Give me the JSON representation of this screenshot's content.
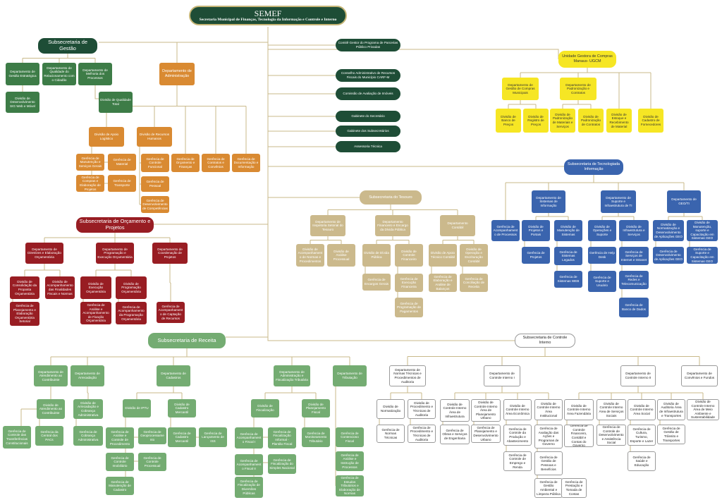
{
  "root": {
    "title": "SEMEF",
    "subtitle": "Secretaria Municipal de Finanças, Tecnologia da Informação e Controle e Interno"
  },
  "nodes": [
    {
      "id": "g",
      "t": "Subsecretaria de Gestão"
    },
    {
      "id": "g1",
      "t": "Departamento de Gestão Estratégica"
    },
    {
      "id": "g2",
      "t": "Departamento de Qualidade do Relacionamento com o Cidadão"
    },
    {
      "id": "g3",
      "t": "Departamento de Melhoria dos Processos"
    },
    {
      "id": "g1a",
      "t": "Divisão de Desenvolvimento SIG Web e Móvel"
    },
    {
      "id": "g3a",
      "t": "Divisão de Qualidade Total"
    },
    {
      "id": "ad",
      "t": "Departamento de Administração"
    },
    {
      "id": "ad1",
      "t": "Divisão de Apoio Logístico"
    },
    {
      "id": "ad2",
      "t": "Divisão de Recursos Humanos"
    },
    {
      "id": "ad1a",
      "t": "Gerência de Manutenção e Serviços Gerais"
    },
    {
      "id": "ad1b",
      "t": "Gerência de Material"
    },
    {
      "id": "ad1c",
      "t": "Gerência de Compras e Elaboração de Projetos"
    },
    {
      "id": "ad1d",
      "t": "Gerência de Transporte"
    },
    {
      "id": "ad2a",
      "t": "Gerência de Controle Funcional"
    },
    {
      "id": "ad2b",
      "t": "Gerência de Pessoal"
    },
    {
      "id": "ad2c",
      "t": "Gerência de Desenvolvimento de Competências"
    },
    {
      "id": "ad3",
      "t": "Gerência de Orçamento e Finanças"
    },
    {
      "id": "ad4",
      "t": "Gerência de Contratos e Convênios"
    },
    {
      "id": "ad5",
      "t": "Gerência de Documentação e Informação"
    },
    {
      "id": "c1",
      "t": "Comitê Gestor do Programa de Parcerias Público Privadas"
    },
    {
      "id": "c2",
      "t": "Conselho Administrativo de Recursos Fiscais do Município CARF-M"
    },
    {
      "id": "c3",
      "t": "Comissão de Avaliação de Imóveis"
    },
    {
      "id": "c4",
      "t": "Gabinete do Secretário"
    },
    {
      "id": "c5",
      "t": "Gabinete dos Subsecretários"
    },
    {
      "id": "c6",
      "t": "Assessoria Técnica"
    },
    {
      "id": "ug",
      "t": "Unidade Gestora de Compras Manaus- UGCM"
    },
    {
      "id": "ug1",
      "t": "Departamento de Gestão de Compras Municipais"
    },
    {
      "id": "ug2",
      "t": "Departamento de Padronização e Contratos"
    },
    {
      "id": "ug1a",
      "t": "Divisão de Banco de Preços"
    },
    {
      "id": "ug1b",
      "t": "Divisão de Registro de Preços"
    },
    {
      "id": "ug2a",
      "t": "Divisão de Padronização de Materiais e Serviços"
    },
    {
      "id": "ug2b",
      "t": "Divisão de Padronização de Contratos"
    },
    {
      "id": "ug3",
      "t": "Divisão de Estoque e Recebimento de Material"
    },
    {
      "id": "ug4",
      "t": "Divisão de Cadastro de Fornecedores"
    },
    {
      "id": "ti",
      "t": "Subsecretaria de Tecnologiada Informação"
    },
    {
      "id": "ti0",
      "t": "Gerência de Acompanhamento de Processos"
    },
    {
      "id": "ti1",
      "t": "Departamento de Sistemas de Informação"
    },
    {
      "id": "ti1a",
      "t": "Divisão de Projetos e Portais"
    },
    {
      "id": "ti1a1",
      "t": "Gerência de Projetos"
    },
    {
      "id": "ti1b",
      "t": "Divisão de Manutenção de Sistemas"
    },
    {
      "id": "ti1b1",
      "t": "Gerência de Sistemas Legados"
    },
    {
      "id": "ti1b2",
      "t": "Gerência de Sistemas WEB"
    },
    {
      "id": "ti2",
      "t": "Departamento de Suporte e Infraestrutura de TI"
    },
    {
      "id": "ti2a",
      "t": "Divisão de Operações e Suporte"
    },
    {
      "id": "ti2a1",
      "t": "Gerência de Help Desk"
    },
    {
      "id": "ti2a2",
      "t": "Gerência de Suporte e Usuário"
    },
    {
      "id": "ti2b",
      "t": "Divisão de Infraestrutura e Serviços"
    },
    {
      "id": "ti2b1",
      "t": "Gerência de Serviços de Internet e Intranet"
    },
    {
      "id": "ti2b2",
      "t": "Gerência de Redes e Telecomunicação"
    },
    {
      "id": "ti2b3",
      "t": "Gerência de Banco de Dados"
    },
    {
      "id": "ti3",
      "t": "Departamento de GEO/TI"
    },
    {
      "id": "ti3a",
      "t": "Divisão de Normatização e Desenvolvimento de Aplicações GEO"
    },
    {
      "id": "ti3a1",
      "t": "Gerência de Desenvolvimento de Aplicações GEO"
    },
    {
      "id": "ti3b",
      "t": "Divisão de Manutenção, suporte e Capacitação em Sistemas GEO"
    },
    {
      "id": "ti3b1",
      "t": "Gerência de Suporte e Capacitação em Sistemas GEO"
    },
    {
      "id": "te",
      "t": "Subsecretaria do Tesouro"
    },
    {
      "id": "te1",
      "t": "Departamento de Inspetoria Setorial do Tesouro"
    },
    {
      "id": "te1a",
      "t": "Divisão de Acompanhamento de Normas e Procedimentos"
    },
    {
      "id": "te1b",
      "t": "Divisão de Análise Processual"
    },
    {
      "id": "te2",
      "t": "Departamento Financeiro e Encargo da Dívida Pública"
    },
    {
      "id": "te2a",
      "t": "Divisão de Dívida Pública"
    },
    {
      "id": "te2a1",
      "t": "Gerência de Encargos Gerais"
    },
    {
      "id": "te2b",
      "t": "Divisão de Controle Financeiro"
    },
    {
      "id": "te2b1",
      "t": "Gerência de Execução Financeira"
    },
    {
      "id": "te2b2",
      "t": "Gerência de Programação de Pagamentos"
    },
    {
      "id": "te3",
      "t": "Departamento Contábil"
    },
    {
      "id": "te3a",
      "t": "Divisão de Apoio Técnico Contábil"
    },
    {
      "id": "te3a1",
      "t": "Gerência de Elaboração e Análise de Balanços"
    },
    {
      "id": "te3b",
      "t": "Divisão de Operação e Escrituração Contábil"
    },
    {
      "id": "te3b1",
      "t": "Gerência de Conciliação de Receita"
    },
    {
      "id": "op",
      "t": "Subsecretaria de Orçamento e Projetos"
    },
    {
      "id": "op1",
      "t": "Departamento de Diretrizes e Elaboração Orçamentária"
    },
    {
      "id": "op1a",
      "t": "Divisão de Consolidação da Proposta Orçamentária"
    },
    {
      "id": "op1a1",
      "t": "Gerência de Planejamento e Elaboração Orçamentária Setorial"
    },
    {
      "id": "op1b",
      "t": "Divisão de Acompanhamento das Finalidades Fiscais e Normas"
    },
    {
      "id": "op2",
      "t": "Departamento de Programação e Execução Orçamentária"
    },
    {
      "id": "op2a",
      "t": "Divisão de Execução Orçamentária"
    },
    {
      "id": "op2a1",
      "t": "Gerência de Análise e Acompanhamento de Fixação Orçamentária"
    },
    {
      "id": "op2b",
      "t": "Divisão de Programação Orçamentária"
    },
    {
      "id": "op2b1",
      "t": "Gerência de Acompanhamento da Programação Orçamentária"
    },
    {
      "id": "op3",
      "t": "Departamento de Coordenação de Projetos"
    },
    {
      "id": "op3a",
      "t": "Gerência de Acompanhamento de Captação de Recursos"
    },
    {
      "id": "re",
      "t": "Subsecretaria de Receita"
    },
    {
      "id": "re1",
      "t": "Departamento de Atendimento ao Contribuinte"
    },
    {
      "id": "re1a",
      "t": "Divisão de Atendimento ao Contribuinte"
    },
    {
      "id": "re1a1",
      "t": "Gerência de Controle das Transferências Constitucionais"
    },
    {
      "id": "re1a2",
      "t": "Gerência da Central dos PACs"
    },
    {
      "id": "re2",
      "t": "Departamento de Arrecadação"
    },
    {
      "id": "re2a",
      "t": "Divisão de Arrecadação e Cobrança Administrativa"
    },
    {
      "id": "re2a1",
      "t": "Gerência de Cobrança Administrativa"
    },
    {
      "id": "re3",
      "t": "Departamento de Cadastros"
    },
    {
      "id": "re3a",
      "t": "Divisão de IPTU"
    },
    {
      "id": "re3a1",
      "t": "Gerência de Análise e Controle de Procedimento"
    },
    {
      "id": "re3a2",
      "t": "Gerência de Geoprocessamento"
    },
    {
      "id": "re3a3",
      "t": "Gerência de Controle Imobiliário"
    },
    {
      "id": "re3a4",
      "t": "Gerência de Controle Processual"
    },
    {
      "id": "re3a5",
      "t": "Gerência de Manutenção de Cadastro"
    },
    {
      "id": "re3b",
      "t": "Divisão de Cadastro Mercantil"
    },
    {
      "id": "re3b1",
      "t": "Gerência de Cadastro Mercantil"
    },
    {
      "id": "re3b2",
      "t": "Gerência de Lançamento de ISS"
    },
    {
      "id": "re4",
      "t": "Departamento de Administração e Fiscalização Tributária"
    },
    {
      "id": "re4a",
      "t": "Divisão de Fiscalização"
    },
    {
      "id": "re4a1",
      "t": "Gerência de Acompanhamento Fiscal I"
    },
    {
      "id": "re4a2",
      "t": "Gerência de Acompanhamento Fiscal II"
    },
    {
      "id": "re4a3",
      "t": "Gerência de Fiscalização de Diversões Públicas"
    },
    {
      "id": "re4a4",
      "t": "Gerência de Fiscalização Informal - Plantão Fiscal"
    },
    {
      "id": "re4a5",
      "t": "Gerência de Fiscalização do Simples Nacional"
    },
    {
      "id": "re4b",
      "t": "Divisão de Planejamento Fiscal"
    },
    {
      "id": "re4b1",
      "t": "Gerência de Monitoramento Tributário"
    },
    {
      "id": "re5",
      "t": "Departamento de Tributação"
    },
    {
      "id": "re5a",
      "t": "Gerência de Contencioso Fiscal"
    },
    {
      "id": "re5b",
      "t": "Gerência de Análise e Instrução de Processos"
    },
    {
      "id": "re5c",
      "t": "Gerência de Estudos Tributários e Elaboração de Normas"
    },
    {
      "id": "ci",
      "t": "Subsecretaria de Controle Interno"
    },
    {
      "id": "ci1",
      "t": "Departamento de Normas Técnicas e Procedimentos de Auditoria"
    },
    {
      "id": "ci1a",
      "t": "Divisão de Normatização"
    },
    {
      "id": "ci1a1",
      "t": "Gerência de Normas Técnicas"
    },
    {
      "id": "ci1b",
      "t": "Divisão de Procedimento e Técnicas de Auditoria"
    },
    {
      "id": "ci1b1",
      "t": "Gerência de Procedimento e Técnicas de Auditoria"
    },
    {
      "id": "ci2",
      "t": "Departamento de Controle Interno I"
    },
    {
      "id": "ci2a",
      "t": "Divisão de Controle Interno Área de Infraestrutura"
    },
    {
      "id": "ci2a1",
      "t": "Gerência de Obras e Serviços de Engenharia"
    },
    {
      "id": "ci2b",
      "t": "Divisão de Controle Interno Área de Planejamento Urbano"
    },
    {
      "id": "ci2b1",
      "t": "Gerência de Planejamento e Desenvolvimento Urbano"
    },
    {
      "id": "ci2c",
      "t": "Divisão de Controle Interno Área Econômica"
    },
    {
      "id": "ci2c1",
      "t": "Gerência de Controle da Produção e Abastecimento"
    },
    {
      "id": "ci2c2",
      "t": "Gerência de Controle de Emprego e Renda"
    },
    {
      "id": "ci2d",
      "t": "Divisão de Controle Interno Área Institucional"
    },
    {
      "id": "ci2d1",
      "t": "Gerência de Avaliação das Ações e Programas de Governo"
    },
    {
      "id": "ci2d2",
      "t": "Gerência de Gestão de Pessoas e Benefícios"
    },
    {
      "id": "ci2d3",
      "t": "Gerência de Gestão Ambiental e Limpeza Pública"
    },
    {
      "id": "ci2d4",
      "t": "Gerência de Prestação e Tomada de Contas"
    },
    {
      "id": "ci3",
      "t": "Departamento de Controle Interno II"
    },
    {
      "id": "ci3a",
      "t": "Divisão de Controle Interno Área Fazendária"
    },
    {
      "id": "ci3a1",
      "t": "Gerência de Controle Financeiro, Contábil e Contas do Governo"
    },
    {
      "id": "ci3b",
      "t": "Divisão de Controle Interno Área de Serviços Sociais"
    },
    {
      "id": "ci3b1",
      "t": "Gerência de Controle de Desenvolvimento e Assistência Social"
    },
    {
      "id": "ci3c",
      "t": "Divisão de Controle Interno Área Social"
    },
    {
      "id": "ci3c1",
      "t": "Gerência de Cultura, Turismo, Esporte e Lazer"
    },
    {
      "id": "ci3c2",
      "t": "Gerência de Saúde e Educação"
    },
    {
      "id": "ci3d",
      "t": "Divisão de Auditoria Área de Infraestrutura e Transportes"
    },
    {
      "id": "ci3d1",
      "t": "Gerência de Gestão de Trânsito e Transportes"
    },
    {
      "id": "ci3e",
      "t": "Divisão de Controle Interno Área de Meio Ambiente e Sustentabilidade"
    },
    {
      "id": "ci4",
      "t": "Departamento de Convênios e Fundos"
    }
  ]
}
